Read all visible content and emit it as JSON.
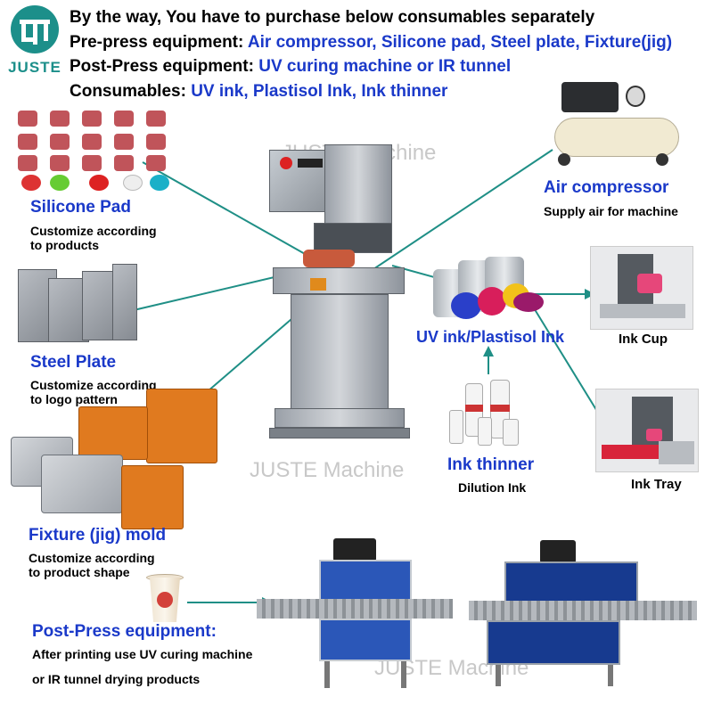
{
  "logo": {
    "text": "JUSTE"
  },
  "header": {
    "line1": "By the way, You have to purchase below consumables separately",
    "line2_label": "Pre-press equipment: ",
    "line2_value": "Air compressor, Silicone pad, Steel plate, Fixture(jig)",
    "line3_label": "Post-Press equipment: ",
    "line3_value": "UV curing machine or IR tunnel",
    "line4_label": "Consumables: ",
    "line4_value": "UV ink, Plastisol Ink, Ink thinner"
  },
  "watermarks": [
    "JUSTE Machine",
    "JUSTE Machine",
    "JUSTE Machine"
  ],
  "items": {
    "silicone_pad": {
      "title": "Silicone Pad",
      "desc1": "Customize according",
      "desc2": "to products"
    },
    "steel_plate": {
      "title": "Steel Plate",
      "desc1": "Customize according",
      "desc2": "to logo pattern"
    },
    "fixture": {
      "title": "Fixture (jig) mold",
      "desc1": "Customize according",
      "desc2": "to product shape"
    },
    "air_compressor": {
      "title": "Air compressor",
      "desc": "Supply air for machine"
    },
    "uv_ink": {
      "title": "UV ink/Plastisol Ink"
    },
    "ink_cup": {
      "title": "Ink Cup"
    },
    "ink_tray": {
      "title": "Ink Tray"
    },
    "ink_thinner": {
      "title": "Ink thinner",
      "desc": "Dilution Ink"
    },
    "post_press": {
      "title": "Post-Press equipment:",
      "desc1": "After printing use UV curing machine",
      "desc2": "or IR tunnel drying products"
    }
  },
  "colors": {
    "blue_text": "#1a39c9",
    "connector": "#1f8f86",
    "logo": "#1c8f8a"
  }
}
